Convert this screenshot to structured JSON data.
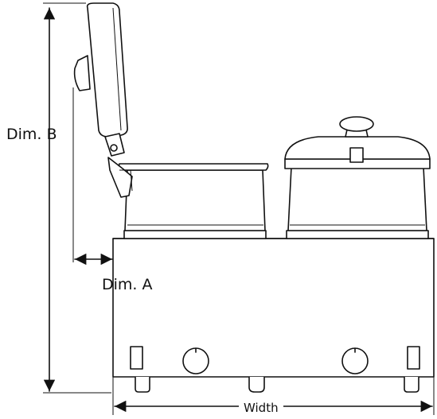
{
  "labels": {
    "dim_b": "Dim. B",
    "dim_a": "Dim. A",
    "width": "Width"
  },
  "colors": {
    "line": "#111111",
    "background": "#ffffff"
  }
}
